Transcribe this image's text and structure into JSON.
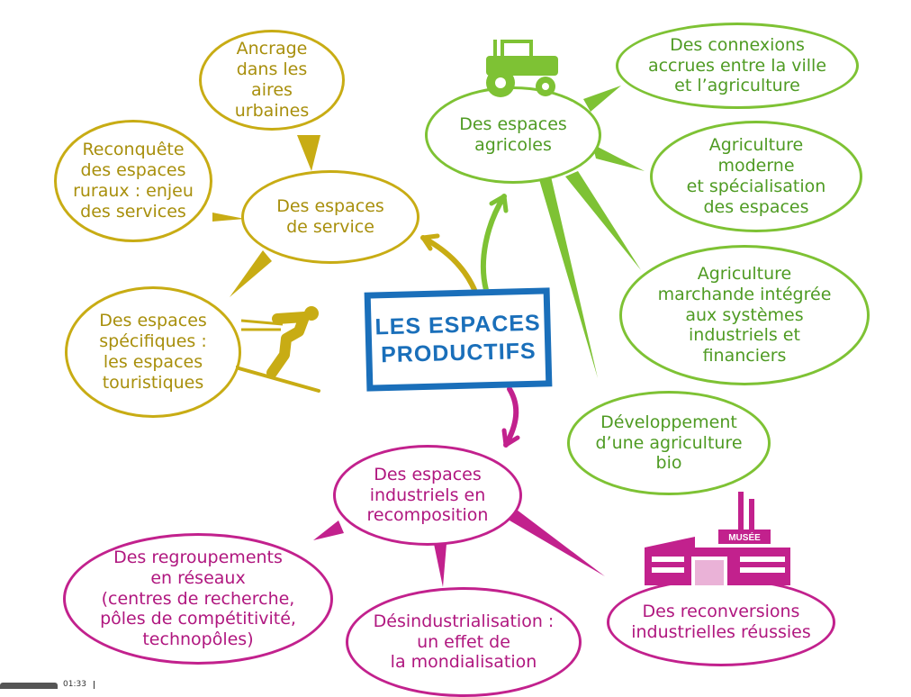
{
  "colors": {
    "service": "#c8ac14",
    "agricole": "#7ec234",
    "industriel": "#c2218d",
    "center": "#1a6fba"
  },
  "center": {
    "line1": "LES ESPACES",
    "line2": "PRODUCTIFS"
  },
  "service": {
    "hub": "Des espaces\nde service",
    "ancrage": "Ancrage\ndans les aires\nurbaines",
    "reconquete": "Reconquête\ndes espaces\nruraux : enjeu\ndes services",
    "touristiques": "Des espaces\nspécifiques :\nles espaces\ntouristiques"
  },
  "agricole": {
    "hub": "Des espaces\nagricoles",
    "connexions": "Des connexions\naccrues entre la ville\net l’agriculture",
    "moderne": "Agriculture\nmoderne\net spécialisation\ndes espaces",
    "marchande": "Agriculture\nmarchande intégrée\naux systèmes\nindustriels et\nfinanciers",
    "bio": "Développement\nd’une agriculture\nbio"
  },
  "industriel": {
    "hub": "Des espaces\nindustriels en\nrecomposition",
    "regroupements": "Des regroupements\nen réseaux\n(centres de recherche,\npôles de compétitivité,\ntechnopôles)",
    "desindustrialisation": "Désindustrialisation :\nun effet de\nla mondialisation",
    "reconversions": "Des reconversions\nindustrielles réussies",
    "musee_sign": "MUSÉE"
  },
  "icons": {
    "tractor": "tractor-icon",
    "skier": "skier-icon",
    "factory": "factory-museum-icon"
  },
  "footer": {
    "time": "01:33"
  }
}
